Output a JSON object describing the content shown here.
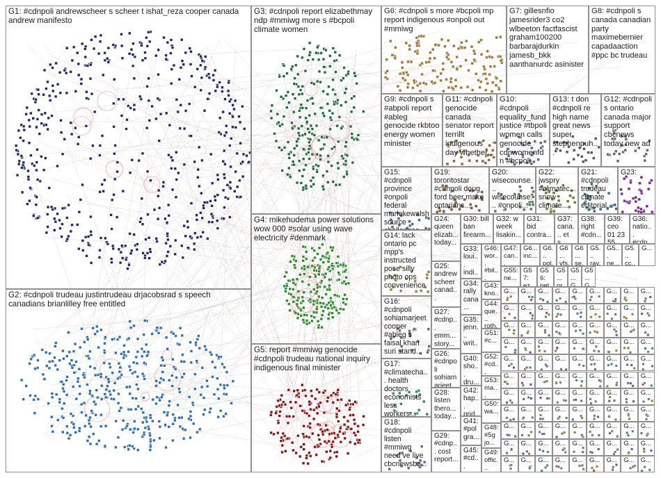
{
  "groups": [
    {
      "id": "G1",
      "label": "G1: #cdnpoli andrewscheer s scheer t ishat_reza cooper canada andrew manifesto",
      "color": "#1f2a63"
    },
    {
      "id": "G2",
      "label": "G2: #cdnpoli trudeau justintrudeau drjacobsrad s speech canadians brianlilley free entitled",
      "color": "#2f6fb0"
    },
    {
      "id": "G3",
      "label": "G3: #cdnpoli report elizabethmay ndp #mmiwg more s #bcpoli climate women",
      "color": "#1f6b3a"
    },
    {
      "id": "G4",
      "label": "G4: mikehudema power solutions wow 000 #solar using wave electricity #denmark",
      "color": "#2e8b2e"
    },
    {
      "id": "G5",
      "label": "G5: report #mmiwg genocide #cdnpoli trudeau national inquiry indigenous final minister",
      "color": "#8b1414"
    },
    {
      "id": "G6",
      "label": "G6: #cdnpoli s more #bcpoli mp report indigenous #onpoli out #mmiwg",
      "color": "#a07a3c"
    },
    {
      "id": "G7",
      "label": "G7: gillesnfio jamesrider3 co2 wlbeeton factfascist graham100200 barbarajdurkin jamesb_bkk aanthanurdc asinister",
      "color": "#3a3a3a"
    },
    {
      "id": "G8",
      "label": "G8: #cdnpoli s canada canadian party maximebernier capadaaction #ppc bc trudeau",
      "color": "#444444"
    },
    {
      "id": "G9",
      "label": "G9: #cdnpoli s #abpoli report #ableg genocide rkbtoo energy women minister",
      "color": "#555555"
    },
    {
      "id": "G11",
      "label": "G11: #cdnpoli genocide canada senator report terrillt indigenous day whether...",
      "color": "#555555"
    },
    {
      "id": "G10",
      "label": "G10: #cdnpoli equality_fund justice #tbpoli women calls genocide cdnwomenfdn #bcpoli",
      "color": "#555555"
    },
    {
      "id": "G13",
      "label": "G13: t don #cdnpoli re high name great news super stephenpuh...",
      "color": "#555555"
    },
    {
      "id": "G12",
      "label": "G12: #cdnpoli s ontario canada major support cbcnews today new ad",
      "color": "#555555"
    },
    {
      "id": "G15",
      "label": "G15: #cdnpoli province #onpoli federal mariekewalsh source challenges...",
      "color": "#555555"
    },
    {
      "id": "G14",
      "label": "G14: lack ontario pc mpp's instructed pose silly photo ops convenience",
      "color": "#555555"
    },
    {
      "id": "G16",
      "label": "G16: #cdnpoli sohiamarjeet cooper #ableg s faisal khan suri stand...",
      "color": "#555555"
    },
    {
      "id": "G17",
      "label": "G17: #climatecha... health doctors economists less workers...",
      "color": "#555555"
    },
    {
      "id": "G18",
      "label": "G18: #cdnpoli listen #mmiwg need ve live cbcnewsbc...",
      "color": "#555555"
    },
    {
      "id": "G19",
      "label": "G19: torontostar #cdnpoli doug ford beer make ontarians...",
      "color": "#555555"
    },
    {
      "id": "G20",
      "label": "G20: wisecounse... wisecounse... #onpoli...",
      "color": "#555555"
    },
    {
      "id": "G22",
      "label": "G22: jwspry #climatec... snow climate...",
      "color": "#555555"
    },
    {
      "id": "G21",
      "label": "G21: #cdnpoli trudeau climate editorial...",
      "color": "#555555"
    },
    {
      "id": "G23",
      "label": "G23:",
      "color": "#7a2f8f"
    },
    {
      "id": "G24",
      "label": "G24: queen elizab... today...",
      "color": "#555555"
    },
    {
      "id": "G25",
      "label": "G25: andrew scheer canad...",
      "color": "#555555"
    },
    {
      "id": "G26",
      "label": "G26: #cdnpoli sohiamarjeet... #ableg...",
      "color": "#555555"
    },
    {
      "id": "G27",
      "label": "G27: #cdnp... emm... story...",
      "color": "#555555"
    },
    {
      "id": "G28",
      "label": "G28: listen thero... today...",
      "color": "#555555"
    },
    {
      "id": "G29",
      "label": "G29: #cdnp... cost report...",
      "color": "#555555"
    },
    {
      "id": "G30",
      "label": "G30: bill ban firearm...",
      "color": "#555555"
    },
    {
      "id": "G31",
      "label": "G31: bid contra...",
      "color": "#555555"
    },
    {
      "id": "G32",
      "label": "G32: w week lisakin...",
      "color": "#555555"
    },
    {
      "id": "G33",
      "label": "G33: loui... indi...",
      "color": "#555555"
    },
    {
      "id": "G34",
      "label": "G34: rally cana...",
      "color": "#555555"
    },
    {
      "id": "G35",
      "label": "G35: jenn... writ...",
      "color": "#555555"
    },
    {
      "id": "G36",
      "label": "G36: natio... #cdn...",
      "color": "#555555"
    },
    {
      "id": "G37",
      "label": "G37: cana... et s...",
      "color": "#555555"
    },
    {
      "id": "G38",
      "label": "G38: right #cdn...",
      "color": "#555555"
    },
    {
      "id": "G39",
      "label": "G39: ceo 01 23 55...",
      "color": "#555555"
    },
    {
      "id": "G40",
      "label": "G40: sho... dru...",
      "color": "#555555"
    },
    {
      "id": "G41",
      "label": "G41: #pol gra...",
      "color": "#555555"
    },
    {
      "id": "G42",
      "label": "G42: hap... prid...",
      "color": "#555555"
    },
    {
      "id": "G43",
      "label": "G43: kno... den...",
      "color": "#555555"
    },
    {
      "id": "G44",
      "label": "G44: que... roth...",
      "color": "#555555"
    },
    {
      "id": "G45",
      "label": "G45: #cd...",
      "color": "#555555"
    },
    {
      "id": "G46",
      "label": "G46: wor... #bil...",
      "color": "#555555"
    },
    {
      "id": "G47",
      "label": "G47: can...",
      "color": "#555555"
    },
    {
      "id": "G48",
      "label": "G48: #5g jo...",
      "color": "#555555"
    },
    {
      "id": "G49",
      "label": "G49: offic... ter...",
      "color": "#555555"
    },
    {
      "id": "G50",
      "label": "G50: wa...",
      "color": "#555555"
    },
    {
      "id": "G51",
      "label": "G51: #c...",
      "color": "#555555"
    },
    {
      "id": "G52",
      "label": "G52: #cd...",
      "color": "#555555"
    },
    {
      "id": "G53",
      "label": "G53: ma...",
      "color": "#555555"
    },
    {
      "id": "G55",
      "label": "G55: ne...",
      "color": "#555555"
    },
    {
      "id": "G56",
      "label": "G56: pet...",
      "color": "#555555"
    },
    {
      "id": "G57",
      "label": "G57: ez...",
      "color": "#555555"
    },
    {
      "id": "G58",
      "label": "G58: #cd...",
      "color": "#555555"
    }
  ],
  "small_headers": {
    "row1": [
      "G6... inc...",
      "G6... pol...",
      "G6... vfs...",
      "G6... se...",
      "G5... ray...",
      "G5... ne...",
      "G5... cc..."
    ],
    "row2": [
      "G5... pr...",
      "G5... G...",
      "G5... G..."
    ],
    "generic": "G..."
  }
}
